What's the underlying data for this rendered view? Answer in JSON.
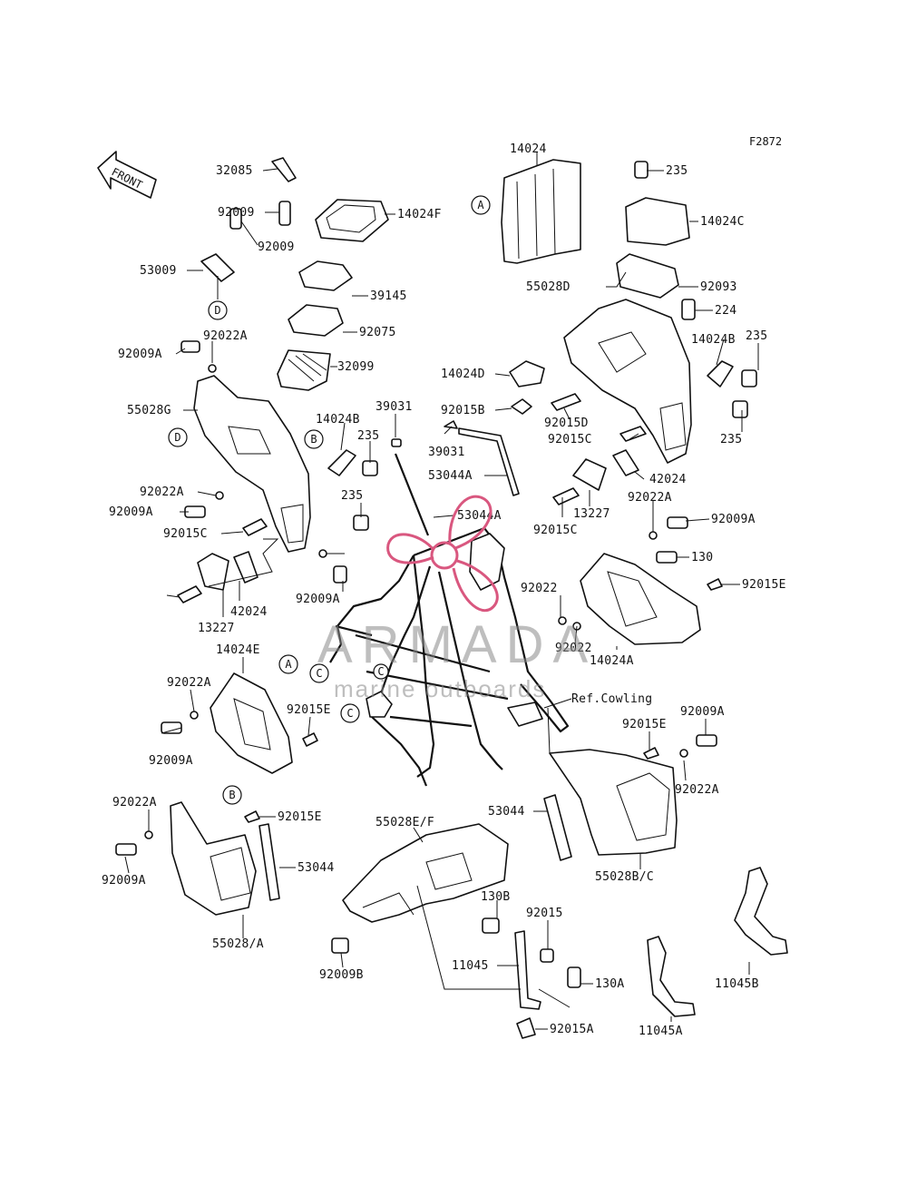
{
  "figure_code": "F2872",
  "front_label": "FRONT",
  "ref_text": "Ref.Cowling",
  "watermark": {
    "title": "ARMADA",
    "subtitle": "marine outboards",
    "color": "#d9577f"
  },
  "labels": [
    "14024",
    "235",
    "32085",
    "92009",
    "14024F",
    "14024C",
    "92009",
    "53009",
    "39145",
    "55028D",
    "92093",
    "224",
    "92075",
    "92009A",
    "92022A",
    "235",
    "32099",
    "14024B",
    "14024D",
    "55028G",
    "39031",
    "92015B",
    "92015D",
    "14024B",
    "235",
    "92015C",
    "235",
    "39031",
    "53044A",
    "42024",
    "92022A",
    "235",
    "92009A",
    "53044A",
    "13227",
    "92015C",
    "92022A",
    "92009A",
    "92015C",
    "42024",
    "92009A",
    "130",
    "92022",
    "92015E",
    "13227",
    "14024E",
    "92022",
    "92022A",
    "14024A",
    "92015E",
    "Ref.Cowling",
    "92009A",
    "92015E",
    "92009A",
    "92022A",
    "92022A",
    "92015E",
    "53044",
    "55028E/F",
    "53044",
    "55028B/C",
    "92009A",
    "55028/A",
    "130B",
    "92015",
    "92009B",
    "11045",
    "130A",
    "11045B",
    "92015A",
    "11045A"
  ],
  "circles": [
    "A",
    "D",
    "D",
    "B",
    "C",
    "A",
    "C",
    "C",
    "B"
  ]
}
